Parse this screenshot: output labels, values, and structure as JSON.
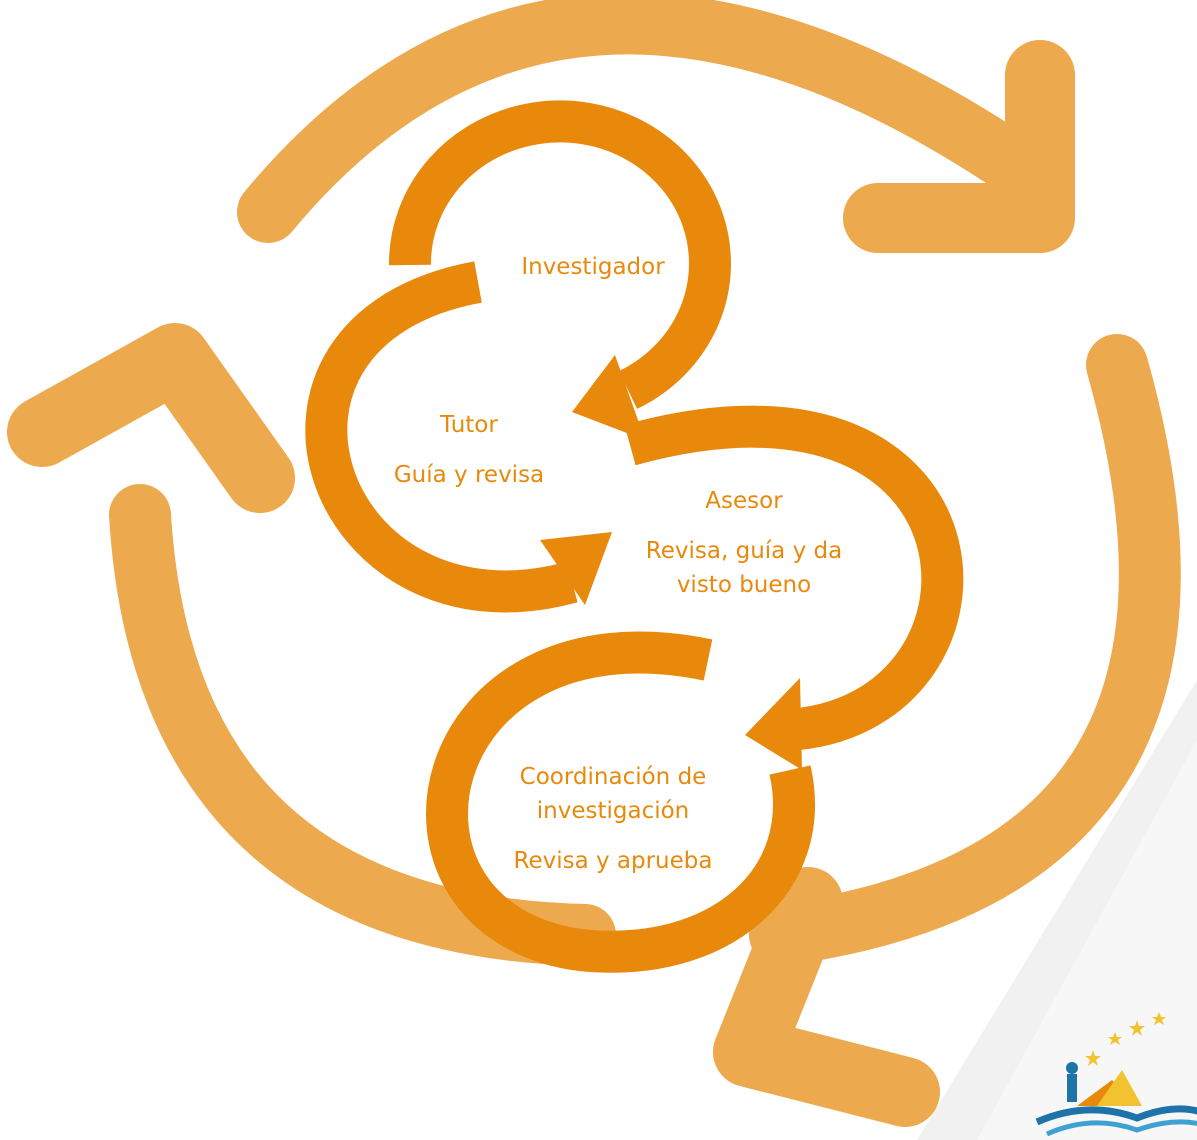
{
  "colors": {
    "outer_arrow": "#EDA94E",
    "inner_arrow": "#E8890C",
    "label_text": "#E8890C",
    "background": "#FFFFFF"
  },
  "nodes": {
    "investigador": {
      "title": "Investigador"
    },
    "tutor": {
      "title": "Tutor",
      "action": "Guía y revisa"
    },
    "asesor": {
      "title": "Asesor",
      "action_line1": "Revisa, guía y da",
      "action_line2": "visto bueno"
    },
    "coordinacion": {
      "title_line1": "Coordinación de",
      "title_line2": "investigación",
      "action": "Revisa y aprueba"
    }
  },
  "icons": {
    "cycle": "circular-arrows-icon",
    "logo": "book-boat-stars-logo-icon"
  }
}
